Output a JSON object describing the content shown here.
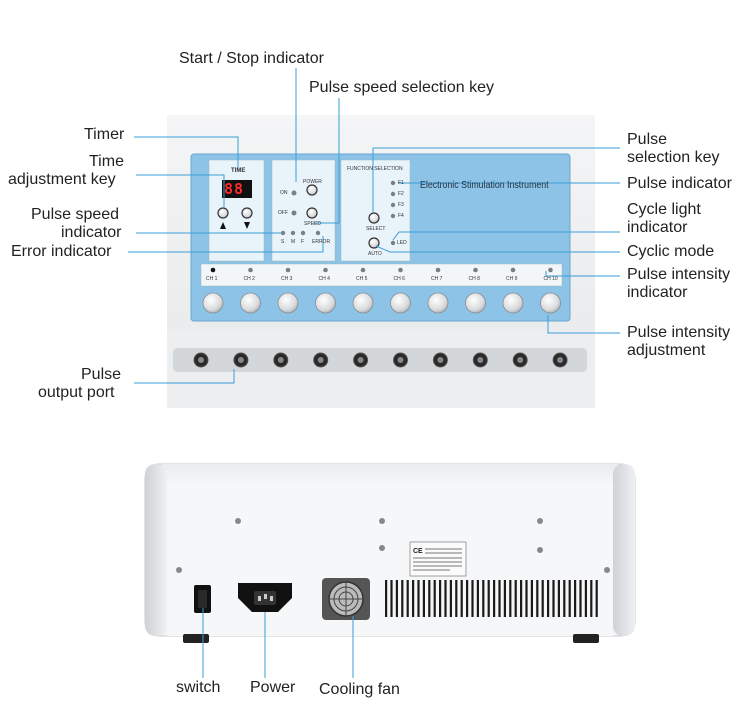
{
  "callouts": {
    "start_stop": "Start / Stop indicator",
    "pulse_speed_key": "Pulse speed selection key",
    "timer": "Timer",
    "time_adjust_1": "Time",
    "time_adjust_2": "adjustment key",
    "pulse_speed_ind_1": "Pulse speed",
    "pulse_speed_ind_2": "indicator",
    "error_indicator": "Error indicator",
    "pulse_sel_1": "Pulse",
    "pulse_sel_2": "selection key",
    "pulse_indicator": "Pulse indicator",
    "cycle_light_1": "Cycle light",
    "cycle_light_2": "indicator",
    "cyclic_mode": "Cyclic mode",
    "intensity_ind_1": "Pulse intensity",
    "intensity_ind_2": "indicator",
    "intensity_adj_1": "Pulse intensity",
    "intensity_adj_2": "adjustment",
    "output_port_1": "Pulse",
    "output_port_2": "output port",
    "switch": "switch",
    "power": "Power",
    "cooling_fan": "Cooling fan"
  },
  "panel": {
    "time_label": "TIME",
    "display_value": "88",
    "power_label": "POWER",
    "on_label": "ON",
    "off_label": "OFF",
    "speed_label": "SPEED",
    "speed_s": "S",
    "speed_m": "M",
    "speed_f": "F",
    "error_label": "ERROR",
    "function_selection": "FUNCTION SELECTION",
    "f1": "F1",
    "f2": "F2",
    "f3": "F3",
    "f4": "F4",
    "select_label": "SELECT",
    "auto_label": "AUTO",
    "led_label": "LED",
    "title": "Electronic Stimulation Instrument",
    "channels": [
      "CH 1",
      "CH 2",
      "CH 3",
      "CH 4",
      "CH 5",
      "CH 6",
      "CH 7",
      "CH 8",
      "CH 9",
      "CH 10"
    ]
  },
  "colors": {
    "panel_blue": "#8dc3e6",
    "device_white": "#eef0f2",
    "line_blue": "#3a9fd8",
    "display_red": "#ff2a2a"
  }
}
